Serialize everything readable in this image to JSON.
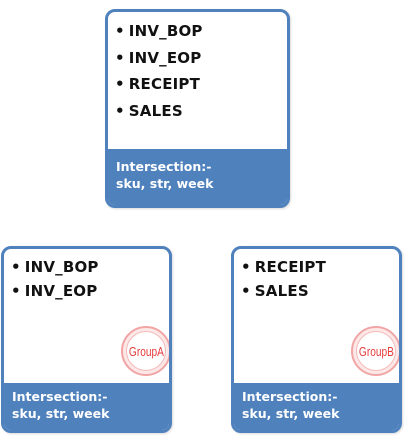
{
  "top_box": {
    "items": [
      "INV_BOP",
      "INV_EOP",
      "RECEIPT",
      "SALES"
    ],
    "footer_line1": "Intersection:-",
    "footer_line2": "sku, str, week"
  },
  "left_box": {
    "items": [
      "INV_BOP",
      "INV_EOP"
    ],
    "badge": "GroupA",
    "footer_line1": "Intersection:-",
    "footer_line2": "sku, str, week"
  },
  "right_box": {
    "items": [
      "RECEIPT",
      "SALES"
    ],
    "badge": "GroupB",
    "footer_line1": "Intersection:-",
    "footer_line2": "sku, str, week"
  },
  "bullet_glyph": "•",
  "colors": {
    "accent": "#4f81bd",
    "badge_text": "#e53b3b",
    "badge_border": "#f2a5a5"
  }
}
